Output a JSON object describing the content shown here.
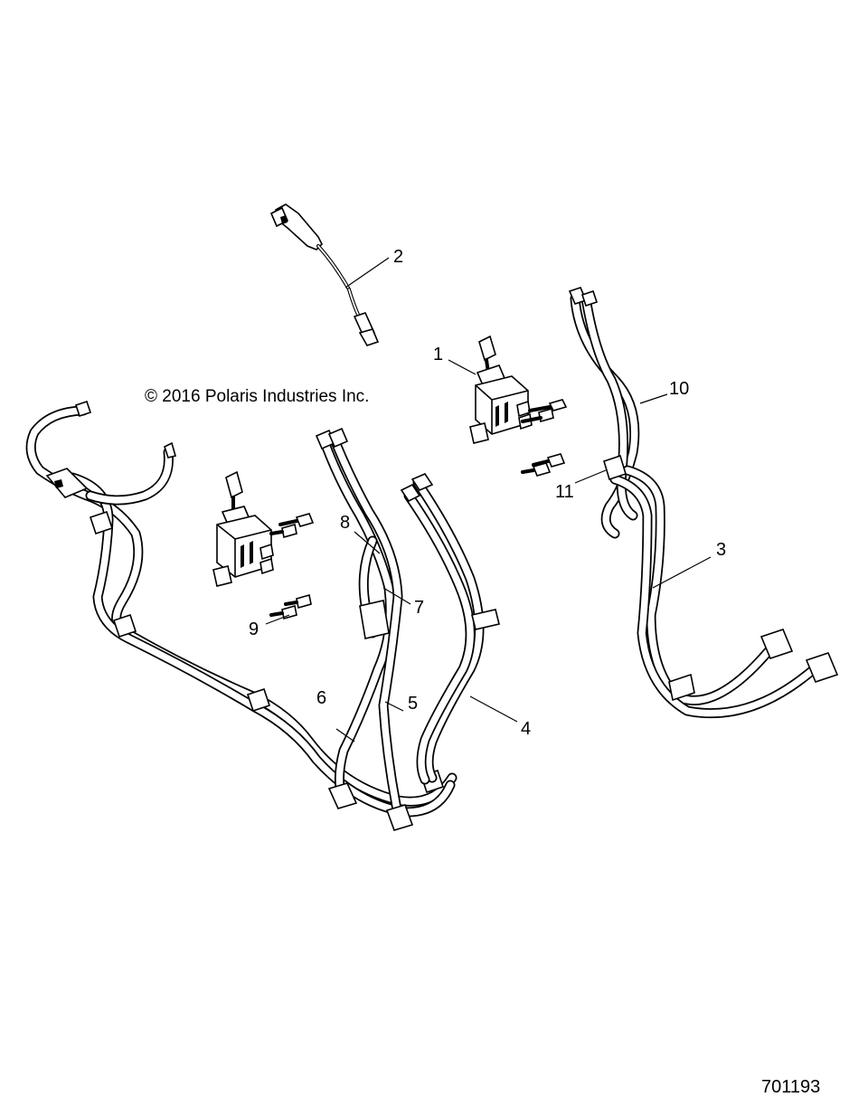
{
  "copyright": "© 2016 Polaris Industries Inc.",
  "document_number": "701193",
  "callouts": {
    "c1": "1",
    "c2": "2",
    "c3": "3",
    "c4": "4",
    "c5": "5",
    "c6": "6",
    "c7": "7",
    "c8": "8",
    "c9": "9",
    "c10": "10",
    "c11": "11"
  }
}
